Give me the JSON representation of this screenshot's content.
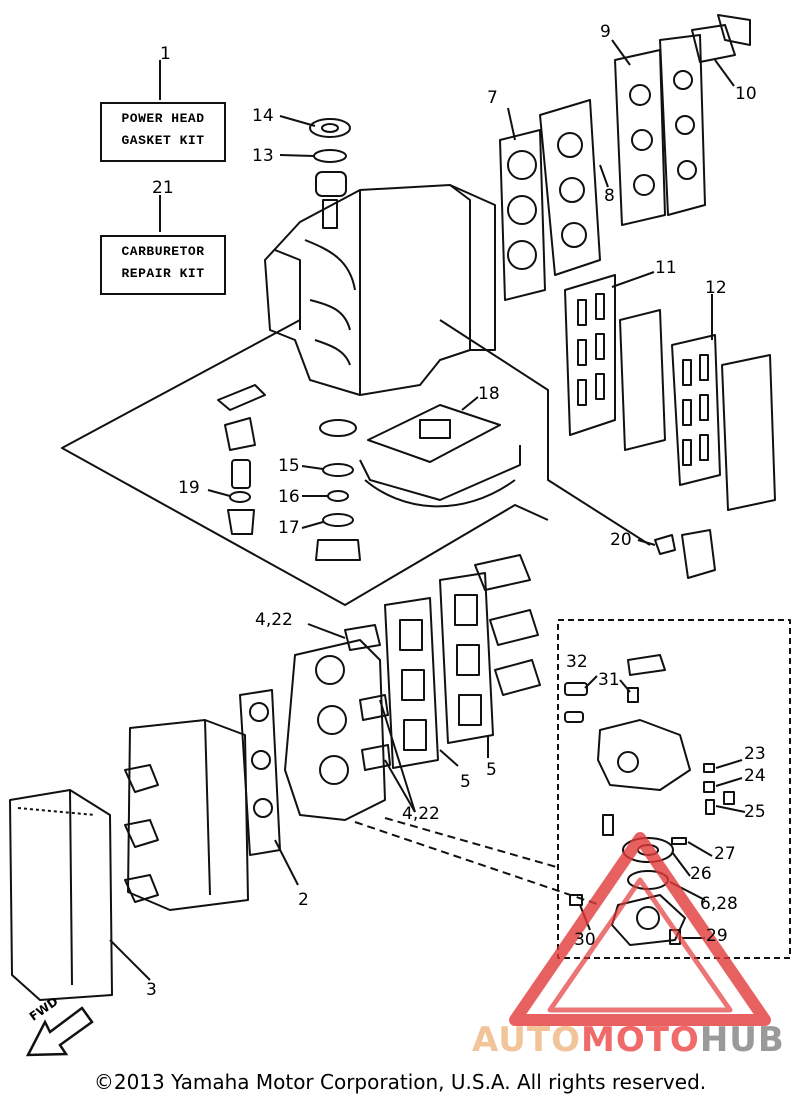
{
  "kits": [
    {
      "number": "1",
      "line1": "POWER HEAD",
      "line2": "GASKET KIT"
    },
    {
      "number": "21",
      "line1": "CARBURETOR",
      "line2": "REPAIR KIT"
    }
  ],
  "callouts": {
    "c2": "2",
    "c3": "3",
    "c4_22a": "4,22",
    "c4_22b": "4,22",
    "c5a": "5",
    "c5b": "5",
    "c6_28": "6,28",
    "c7": "7",
    "c8": "8",
    "c9": "9",
    "c10": "10",
    "c11": "11",
    "c12": "12",
    "c13": "13",
    "c14": "14",
    "c15": "15",
    "c16": "16",
    "c17": "17",
    "c18": "18",
    "c19": "19",
    "c20": "20",
    "c23": "23",
    "c24": "24",
    "c25": "25",
    "c26": "26",
    "c27": "27",
    "c29": "29",
    "c30": "30",
    "c31": "31",
    "c32": "32"
  },
  "fwd_label": "FWD",
  "watermark": {
    "part1": "AUTO",
    "part2": "MOTO",
    "part3": "HUB"
  },
  "copyright": "©2013 Yamaha Motor Corporation, U.S.A. All rights reserved.",
  "colors": {
    "line": "#111111",
    "watermark_red": "#e23a3a",
    "watermark_orange": "#f2b27a",
    "watermark_gray": "#8c8c8c"
  }
}
